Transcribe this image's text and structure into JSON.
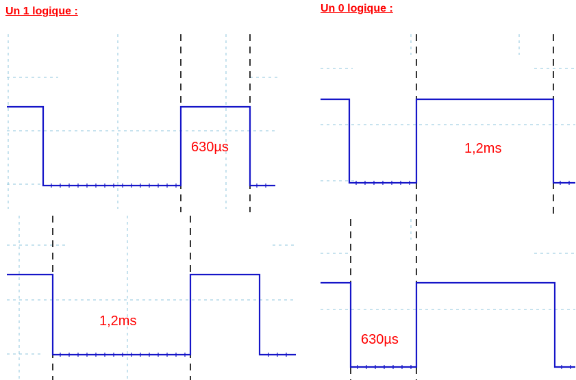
{
  "colors": {
    "title": "#ff0000",
    "label": "#ff0000",
    "signal": "#1515c8",
    "grid": "#8ec5dc",
    "cursor": "#000000"
  },
  "titles": {
    "left": "Un 1 logique :",
    "right": "Un 0 logique :"
  },
  "panels": {
    "top_left": {
      "label": "630µs"
    },
    "bottom_left": {
      "label": "1,2ms"
    },
    "top_right": {
      "label": "1,2ms"
    },
    "bottom_right": {
      "label": "630µs"
    }
  }
}
